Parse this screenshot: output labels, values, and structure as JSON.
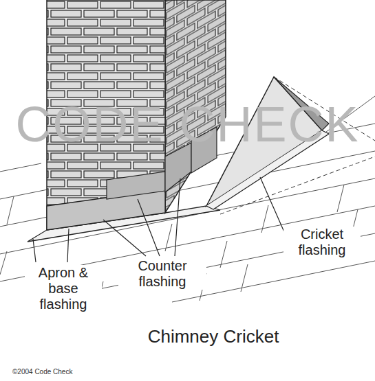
{
  "diagram": {
    "title": "Chimney Cricket",
    "caption": "©2004 Code Check",
    "labels": [
      "CODE CHECK",
      "Cricket flashing",
      "Apron & base flashing",
      "Counter flashing"
    ]
  }
}
